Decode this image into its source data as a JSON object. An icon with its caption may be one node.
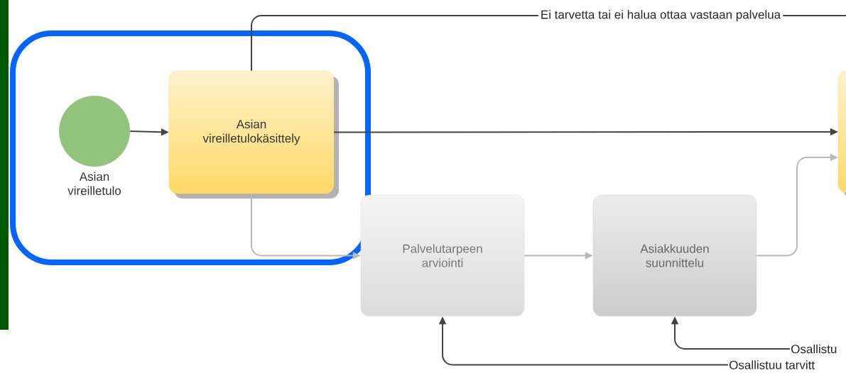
{
  "diagram": {
    "nodes": [
      {
        "text": [],
        "shape": "box"
      },
      {
        "text": [
          "Asian vireilletulo"
        ],
        "in": 0
      },
      {
        "text": [
          "Asian vireilletulokäsittely"
        ],
        "in": 0
      },
      {
        "text": [],
        "shape": "box"
      },
      {
        "text": [
          "Palvelutarpeen arviointi"
        ]
      },
      {
        "text": [
          "Asiakkuuden suunnittelu"
        ]
      },
      {
        "text": [
          "Osallistu"
        ]
      },
      {
        "text": [
          "Osallistuu tarvitt"
        ]
      }
    ],
    "edges": [
      {
        "from": 1,
        "to": 2,
        "arrow": "to"
      },
      {
        "from": 2,
        "to": 3,
        "arrow": "to"
      },
      {
        "from": 2,
        "to": null,
        "arrow": "none",
        "label": "Ei tarvetta tai ei halua ottaa vastaan palvelua"
      },
      {
        "from": 2,
        "to": 4,
        "arrow": "to",
        "color": "#b8b8b8"
      },
      {
        "from": 4,
        "to": 5,
        "arrow": "to",
        "color": "#b8b8b8"
      },
      {
        "from": 5,
        "to": 3,
        "arrow": "to",
        "color": "#b8b8b8"
      },
      {
        "from": 6,
        "to": 5,
        "arrow": "to"
      },
      {
        "from": 7,
        "to": 4,
        "arrow": "to"
      }
    ]
  }
}
